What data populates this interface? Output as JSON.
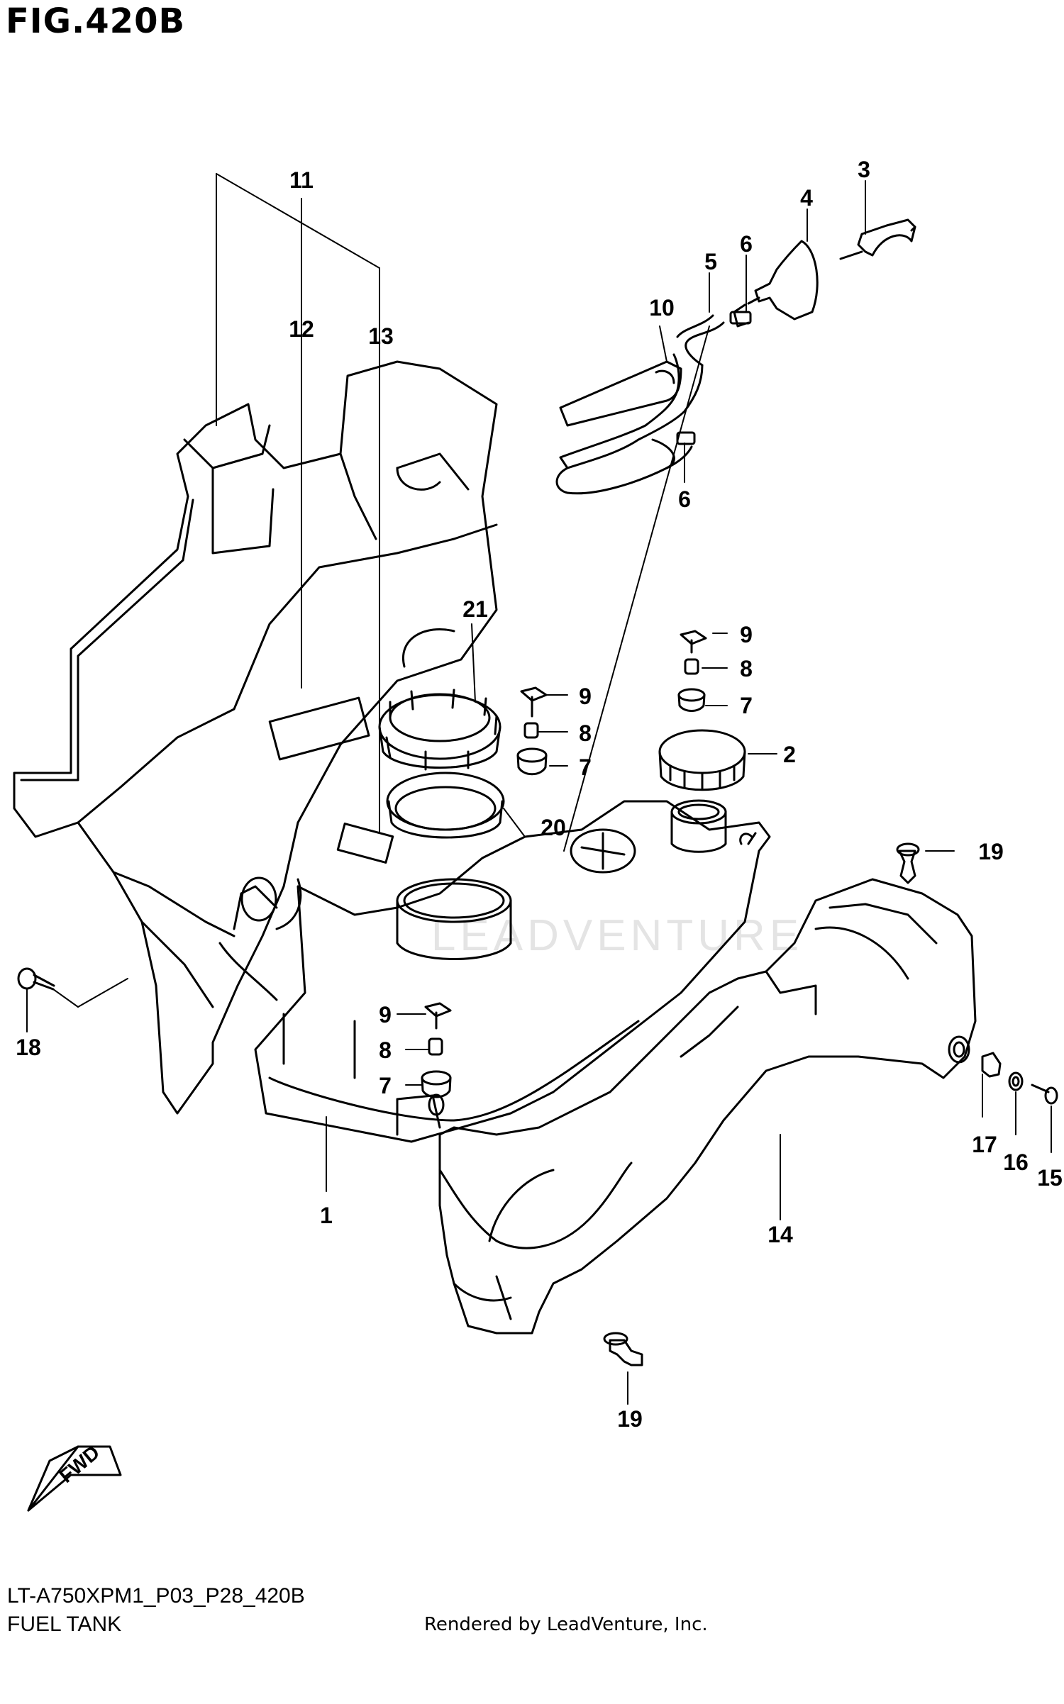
{
  "figure": {
    "title": "FIG.420B"
  },
  "fwd_label": "FWD",
  "watermark": "LEADVENTURE",
  "callouts": [
    {
      "id": "lbl-1",
      "text": "1"
    },
    {
      "id": "lbl-2",
      "text": "2"
    },
    {
      "id": "lbl-3",
      "text": "3"
    },
    {
      "id": "lbl-4",
      "text": "4"
    },
    {
      "id": "lbl-5",
      "text": "5"
    },
    {
      "id": "lbl-6a",
      "text": "6"
    },
    {
      "id": "lbl-6b",
      "text": "6"
    },
    {
      "id": "lbl-7a",
      "text": "7"
    },
    {
      "id": "lbl-7b",
      "text": "7"
    },
    {
      "id": "lbl-7c",
      "text": "7"
    },
    {
      "id": "lbl-8a",
      "text": "8"
    },
    {
      "id": "lbl-8b",
      "text": "8"
    },
    {
      "id": "lbl-8c",
      "text": "8"
    },
    {
      "id": "lbl-9a",
      "text": "9"
    },
    {
      "id": "lbl-9b",
      "text": "9"
    },
    {
      "id": "lbl-9c",
      "text": "9"
    },
    {
      "id": "lbl-10",
      "text": "10"
    },
    {
      "id": "lbl-11",
      "text": "11"
    },
    {
      "id": "lbl-12",
      "text": "12"
    },
    {
      "id": "lbl-13",
      "text": "13"
    },
    {
      "id": "lbl-14",
      "text": "14"
    },
    {
      "id": "lbl-15",
      "text": "15"
    },
    {
      "id": "lbl-16",
      "text": "16"
    },
    {
      "id": "lbl-17",
      "text": "17"
    },
    {
      "id": "lbl-18",
      "text": "18"
    },
    {
      "id": "lbl-19a",
      "text": "19"
    },
    {
      "id": "lbl-19b",
      "text": "19"
    },
    {
      "id": "lbl-20",
      "text": "20"
    },
    {
      "id": "lbl-21",
      "text": "21"
    }
  ],
  "footer": {
    "model_code": "LT-A750XPM1_P03_P28_420B",
    "section_name": "FUEL TANK",
    "rendered_by": "Rendered by LeadVenture, Inc."
  }
}
